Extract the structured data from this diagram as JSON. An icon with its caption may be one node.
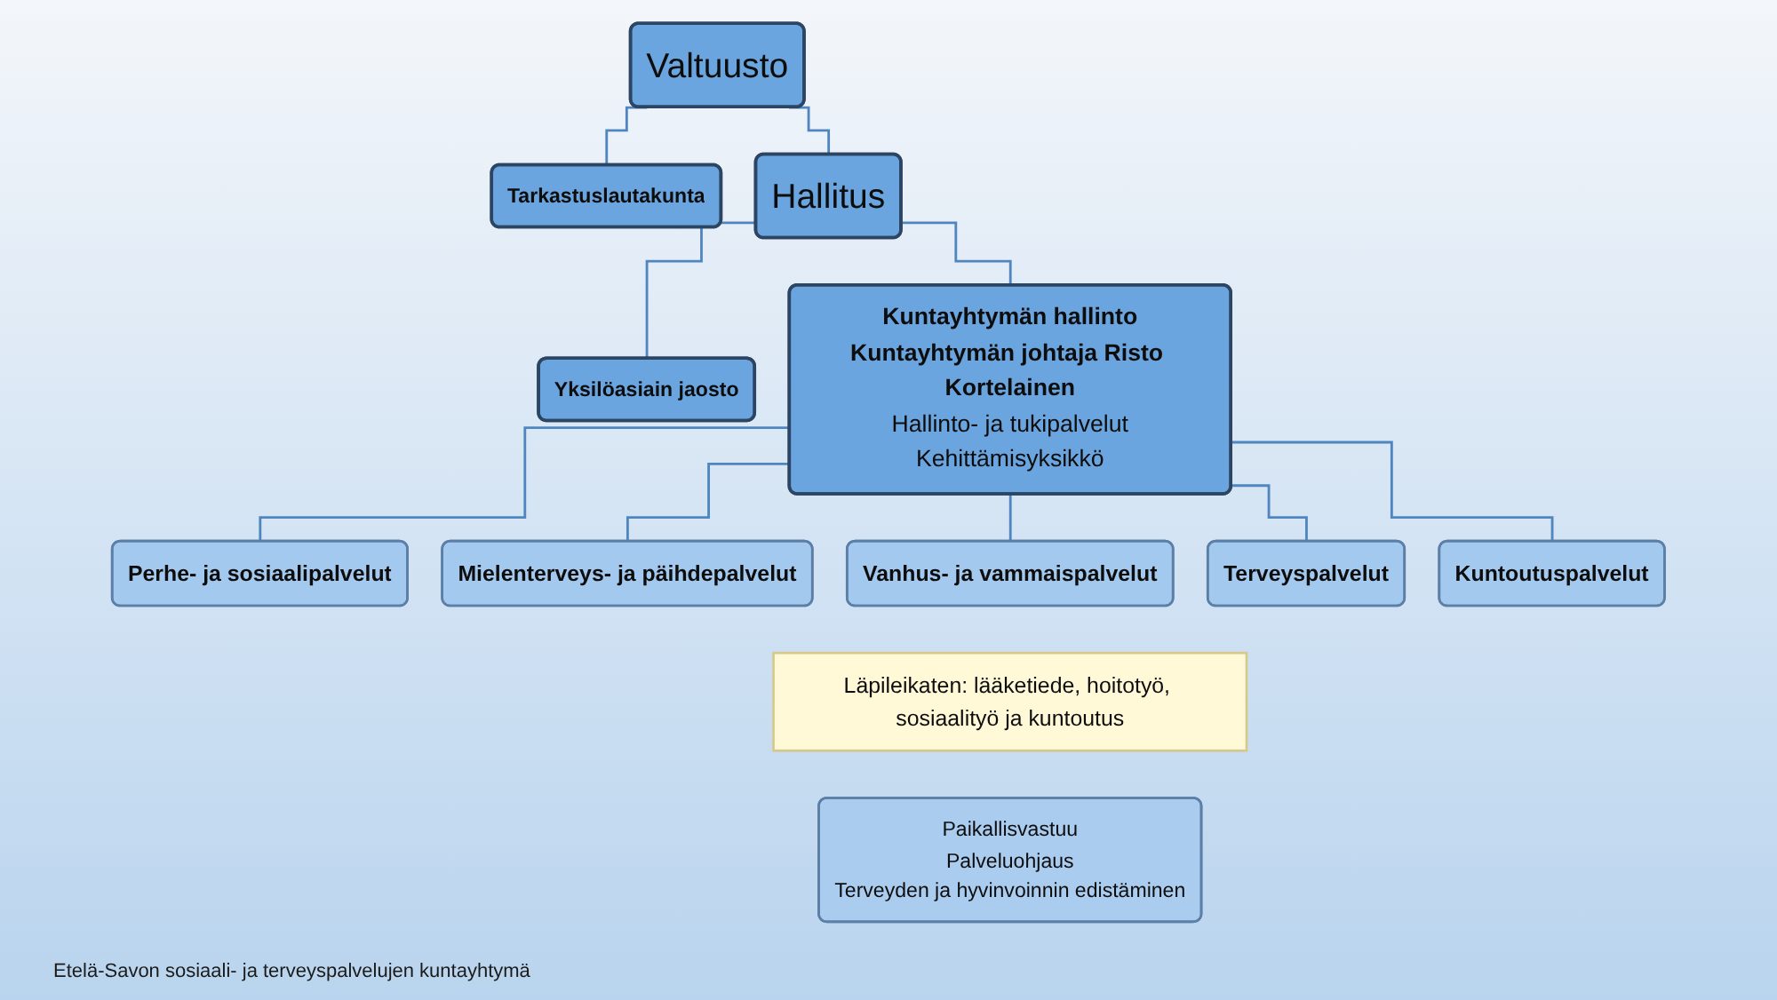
{
  "diagram": {
    "caption": "Etelä-Savon sosiaali- ja terveyspalvelujen kuntayhtymä",
    "nodes": [
      {
        "text": [
          "Valtuusto"
        ]
      },
      {
        "text": [
          "Tarkastuslautakunta"
        ]
      },
      {
        "text": [
          "Hallitus"
        ]
      },
      {
        "text": [
          "Yksilöasiain jaosto"
        ]
      },
      {
        "text": [
          "Kuntayhtymän hallinto",
          "Kuntayhtymän johtaja Risto Kortelainen",
          "Hallinto- ja tukipalvelut",
          "Kehittämisyksikkö"
        ]
      },
      {
        "text": [
          "Perhe- ja sosiaalipalvelut"
        ]
      },
      {
        "text": [
          "Mielenterveys- ja päihdepalvelut"
        ]
      },
      {
        "text": [
          "Vanhus- ja vammaispalvelut"
        ]
      },
      {
        "text": [
          "Terveyspalvelut"
        ]
      },
      {
        "text": [
          "Kuntoutuspalvelut"
        ]
      },
      {
        "text": [
          "Läpileikaten: lääketiede, hoitotyö, sosiaalityö ja kuntoutus"
        ]
      },
      {
        "text": [
          "Paikallisvastuu",
          "Palveluohjaus",
          "Terveyden ja hyvinvoinnin edistäminen"
        ]
      }
    ],
    "edges": [
      {
        "from": 0,
        "to": 1,
        "arrow": "none"
      },
      {
        "from": 0,
        "to": 2,
        "arrow": "none"
      },
      {
        "from": 2,
        "to": 3,
        "arrow": "none"
      },
      {
        "from": 2,
        "to": 4,
        "arrow": "none"
      },
      {
        "from": 4,
        "to": 5,
        "arrow": "none"
      },
      {
        "from": 4,
        "to": 6,
        "arrow": "none"
      },
      {
        "from": 4,
        "to": 7,
        "arrow": "none"
      },
      {
        "from": 4,
        "to": 8,
        "arrow": "none"
      },
      {
        "from": 4,
        "to": 9,
        "arrow": "none"
      }
    ]
  }
}
